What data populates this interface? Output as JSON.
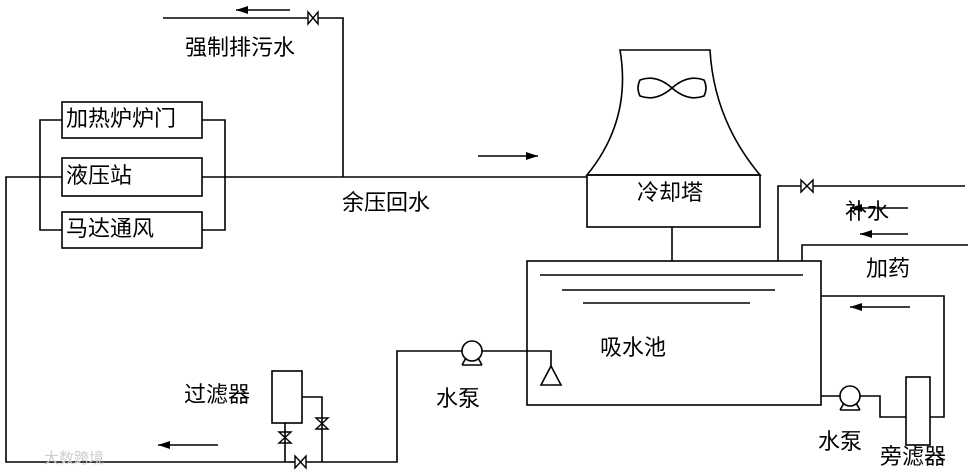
{
  "labels": {
    "forced_blowdown": "强制排污水",
    "furnace_door": "加热炉炉门",
    "hydraulic_station": "液压站",
    "motor_ventilation": "马达通风",
    "residual_pressure_return": "余压回水",
    "cooling_tower": "冷却塔",
    "makeup_water": "补水",
    "dosing": "加药",
    "suction_pool": "吸水池",
    "pump_1": "水泵",
    "pump_2": "水泵",
    "filter": "过滤器",
    "side_filter": "旁滤器"
  },
  "watermark": "大数跨境"
}
